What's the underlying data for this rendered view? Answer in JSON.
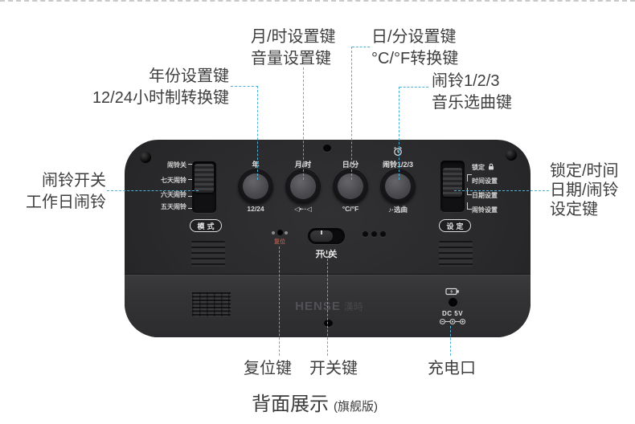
{
  "page": {
    "caption": {
      "main": "背面展示",
      "sub": "(旗舰版)"
    }
  },
  "annotations": {
    "year": [
      "年份设置键",
      "12/24小时制转换键"
    ],
    "month_hour": [
      "月/时设置键",
      "音量设置键"
    ],
    "day_minute": [
      "日/分设置键",
      "°C/°F转换键"
    ],
    "alarm123": [
      "闹铃1/2/3",
      "音乐选曲键"
    ],
    "alarm_switch": [
      "闹铃开关",
      "工作日闹铃"
    ],
    "setting_switch": [
      "锁定/时间",
      "日期/闹铃",
      "设定键"
    ],
    "reset": "复位键",
    "power": "开关键",
    "charge": "充电口"
  },
  "device": {
    "alarm_switch_labels": [
      "闹铃关",
      "七天闹铃",
      "六天闹铃",
      "五天闹铃"
    ],
    "setting_switch_labels": [
      "锁定",
      "时间设置",
      "日期设置",
      "闹铃设置"
    ],
    "mode_button": "模式",
    "set_button": "设定",
    "knobs": [
      {
        "top": "年",
        "bottom": "12/24"
      },
      {
        "top": "月/时",
        "bottom": "◁•··◁"
      },
      {
        "top": "日/分",
        "bottom": "°C/°F"
      },
      {
        "top": "闹铃1/2/3",
        "bottom": "♪·选曲"
      }
    ],
    "reset_label": "复位",
    "power_on": "开",
    "power_off": "关",
    "brand": "HENSE",
    "brand_cjk": "漢時",
    "dc_label": "DC 5V"
  },
  "colors": {
    "leader_line": "#4fb0d6",
    "annotation_text": "#3e3e3e",
    "device_body": "#2a2a2c",
    "reset_text": "#a4554a"
  }
}
